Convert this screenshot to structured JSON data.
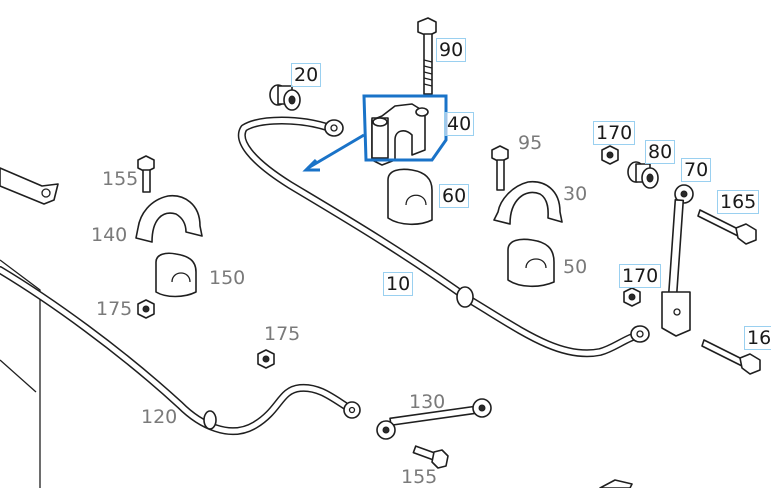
{
  "highlight_color": "#1a73c8",
  "callout_box_color": "#9ad0f0",
  "callouts": {
    "c20": "20",
    "c90": "90",
    "c40": "40",
    "c95": "95",
    "c170a": "170",
    "c80": "80",
    "c70": "70",
    "c165": "165",
    "c155a": "155",
    "c140": "140",
    "c60": "60",
    "c30": "30",
    "c150": "150",
    "c50": "50",
    "c170b": "170",
    "c10": "10",
    "c175a": "175",
    "c175b": "175",
    "c16": "16",
    "c120": "120",
    "c130": "130",
    "c155b": "155"
  },
  "highlighted_part": "40",
  "icons": [
    "stabilizer-bar",
    "mounting-bracket",
    "rubber-bushing",
    "hex-bolt",
    "link-rod",
    "nut",
    "arrow"
  ]
}
